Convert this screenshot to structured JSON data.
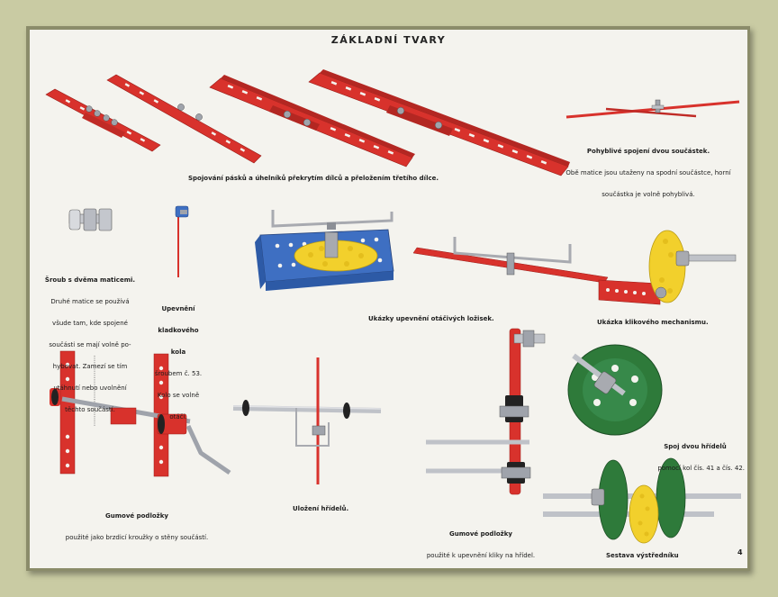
{
  "page": {
    "title": "ZÁKLADNÍ TVARY",
    "page_number": "4"
  },
  "captions": {
    "strips": "Spojování pásků a úhelníků překrytím dílců a přeložením třetího dílce.",
    "movable": {
      "title": "Pohyblivé spojení dvou součástek.",
      "l1": "Obě matice jsou utaženy na spodní součástce, horní",
      "l2": "součástka je volně pohyblivá."
    },
    "screw": {
      "title": "Šroub s dvěma maticemi.",
      "l1": "Druhé matice se používá",
      "l2": "všude tam, kde spojené",
      "l3": "součásti se mají volně po-",
      "l4": "hybovat. Zamezí se tím",
      "l5": "utáhnutí nebo uvolnění",
      "l6": "těchto součástí."
    },
    "wheel": {
      "l1": "Upevnění",
      "l2": "kladkového",
      "l3": "kola",
      "l4": "šroubem č. 53.",
      "l5": "Kolo se volně",
      "l6": "otáčí."
    },
    "bearings": "Ukázky upevnění otáčivých ložisek.",
    "crank": "Ukázka klikového mechanismu.",
    "rubber1": {
      "title": "Gumové podložky",
      "l1": "použité jako brzdicí kroužky o stěny součástí."
    },
    "shafts": "Uložení hřídelů.",
    "rubber2": {
      "title": "Gumové podložky",
      "l1": "použité k upevnění kliky na hřídel."
    },
    "joint": {
      "title": "Spoj dvou hřídelů",
      "l1": "pomocí kol čís. 41 a čís. 42."
    },
    "eccentric": "Sestava výstředníku"
  },
  "colors": {
    "red": "#d8322c",
    "blue": "#3e6fc2",
    "yellow": "#f2d02c",
    "green": "#2e7a3a",
    "steel": "#a8aab0"
  }
}
